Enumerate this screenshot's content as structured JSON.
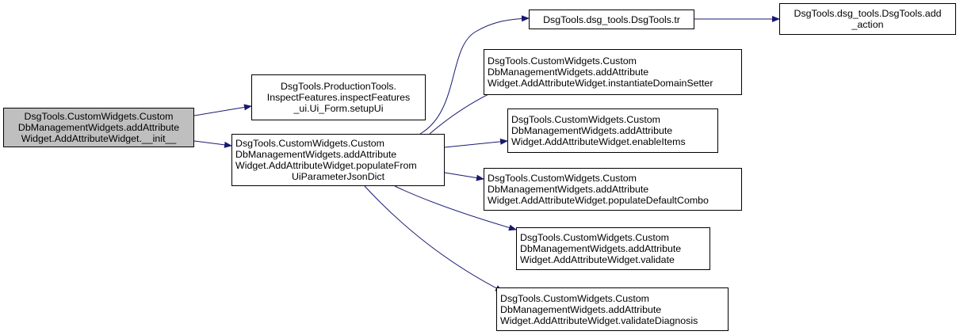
{
  "colors": {
    "edge": "#191970",
    "root_fill": "#bfbfbf",
    "node_fill": "#ffffff",
    "border": "#000000"
  },
  "nodes": {
    "root": [
      "DsgTools.CustomWidgets.Custom",
      "DbManagementWidgets.addAttribute",
      "Widget.AddAttributeWidget.__init__"
    ],
    "setupUi": [
      "DsgTools.ProductionTools.",
      "InspectFeatures.inspectFeatures",
      "_ui.Ui_Form.setupUi"
    ],
    "populate": [
      "DsgTools.CustomWidgets.Custom",
      "DbManagementWidgets.addAttribute",
      "Widget.AddAttributeWidget.populateFrom",
      "UiParameterJsonDict"
    ],
    "tr": [
      "DsgTools.dsg_tools.DsgTools.tr"
    ],
    "add_action": [
      "DsgTools.dsg_tools.DsgTools.add",
      "_action"
    ],
    "instantiate": [
      "DsgTools.CustomWidgets.Custom",
      "DbManagementWidgets.addAttribute",
      "Widget.AddAttributeWidget.instantiateDomainSetter"
    ],
    "enableItems": [
      "DsgTools.CustomWidgets.Custom",
      "DbManagementWidgets.addAttribute",
      "Widget.AddAttributeWidget.enableItems"
    ],
    "populateDefaultCombo": [
      "DsgTools.CustomWidgets.Custom",
      "DbManagementWidgets.addAttribute",
      "Widget.AddAttributeWidget.populateDefaultCombo"
    ],
    "validate": [
      "DsgTools.CustomWidgets.Custom",
      "DbManagementWidgets.addAttribute",
      "Widget.AddAttributeWidget.validate"
    ],
    "validateDiagnosis": [
      "DsgTools.CustomWidgets.Custom",
      "DbManagementWidgets.addAttribute",
      "Widget.AddAttributeWidget.validateDiagnosis"
    ]
  }
}
